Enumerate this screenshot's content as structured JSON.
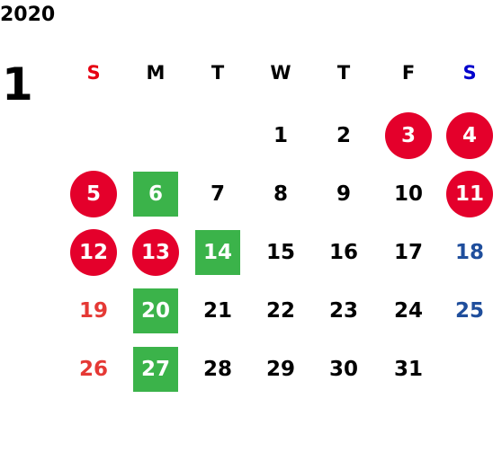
{
  "calendar": {
    "year": "2020",
    "month": "1",
    "colors": {
      "text": "#000000",
      "sunday_header": "#e60012",
      "saturday_header": "#0000cc",
      "sunday_day": "#e53935",
      "saturday_day": "#1f4e9c",
      "circle_fill": "#e4002b",
      "square_fill": "#3bb34a",
      "highlight_text": "#ffffff"
    },
    "weekdays": [
      {
        "label": "S",
        "kind": "sun"
      },
      {
        "label": "M",
        "kind": "week"
      },
      {
        "label": "T",
        "kind": "week"
      },
      {
        "label": "W",
        "kind": "week"
      },
      {
        "label": "T",
        "kind": "week"
      },
      {
        "label": "F",
        "kind": "week"
      },
      {
        "label": "S",
        "kind": "sat"
      }
    ],
    "weeks": [
      [
        null,
        null,
        null,
        {
          "day": "1"
        },
        {
          "day": "2"
        },
        {
          "day": "3",
          "mark": "circle"
        },
        {
          "day": "4",
          "mark": "circle"
        }
      ],
      [
        {
          "day": "5",
          "mark": "circle"
        },
        {
          "day": "6",
          "mark": "square"
        },
        {
          "day": "7"
        },
        {
          "day": "8"
        },
        {
          "day": "9"
        },
        {
          "day": "10"
        },
        {
          "day": "11",
          "mark": "circle"
        }
      ],
      [
        {
          "day": "12",
          "mark": "circle"
        },
        {
          "day": "13",
          "mark": "circle"
        },
        {
          "day": "14",
          "mark": "square"
        },
        {
          "day": "15"
        },
        {
          "day": "16"
        },
        {
          "day": "17"
        },
        {
          "day": "18"
        }
      ],
      [
        {
          "day": "19"
        },
        {
          "day": "20",
          "mark": "square"
        },
        {
          "day": "21"
        },
        {
          "day": "22"
        },
        {
          "day": "23"
        },
        {
          "day": "24"
        },
        {
          "day": "25"
        }
      ],
      [
        {
          "day": "26"
        },
        {
          "day": "27",
          "mark": "square"
        },
        {
          "day": "28"
        },
        {
          "day": "29"
        },
        {
          "day": "30"
        },
        {
          "day": "31"
        },
        null
      ]
    ]
  }
}
